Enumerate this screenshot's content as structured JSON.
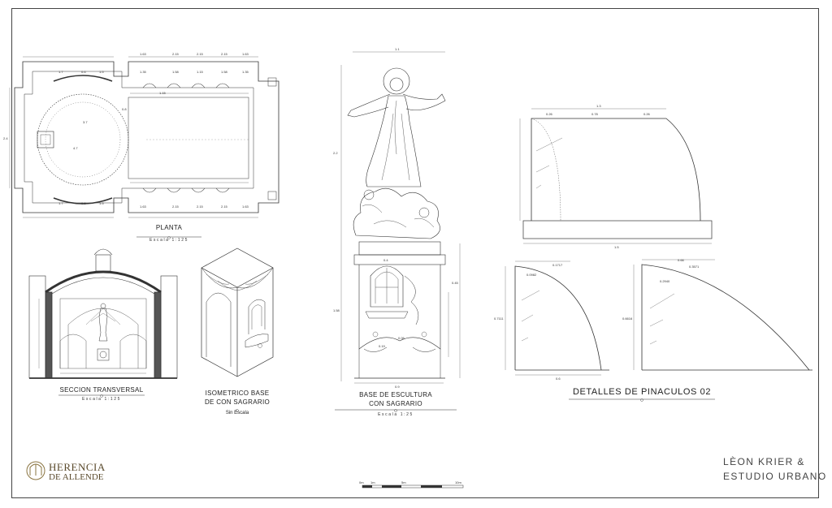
{
  "planta": {
    "title": "PLANTA",
    "scale": "Escala 1:125"
  },
  "seccion": {
    "title": "SECCION TRANSVERSAL",
    "scale": "Escala 1:125"
  },
  "isometrico": {
    "title_line1": "ISOMETRICO BASE",
    "title_line2": "DE CON SAGRARIO",
    "scale": "Sin Escala"
  },
  "base_escultura": {
    "title_line1": "BASE DE ESCULTURA",
    "title_line2": "CON SAGRARIO",
    "scale": "Escala 1:25"
  },
  "pinaculos": {
    "title": "DETALLES DE PINACULOS 02"
  },
  "logo": {
    "line1": "HERENCIA",
    "line2": "DE ALLENDE"
  },
  "firm": {
    "line1": "LÈON KRIER &",
    "line2": "ESTUDIO URBANO"
  },
  "scale_bar": {
    "labels": [
      "0m",
      "1m",
      "5m",
      "10m"
    ]
  },
  "dimensions": {
    "planta_top": [
      "1.63",
      "2.15",
      "2.15",
      "2.15",
      "1.63",
      "1.7",
      "0.6",
      "1.5"
    ],
    "planta_inner": [
      "1.35",
      "1.58",
      "1.15",
      "1.58",
      "1.35"
    ],
    "planta_bottom": [
      "1.7",
      "0.6",
      "1.5",
      "1.63",
      "2.15",
      "2.15",
      "2.15",
      "1.63"
    ],
    "planta_misc": [
      "3.7",
      "4.7",
      "0.8",
      "2.4",
      "1.15"
    ],
    "escultura": [
      "1.1",
      "2.2",
      "0.4",
      "1.58",
      "0.9",
      "0.19",
      "0.06",
      "0.45"
    ],
    "pinaculo_a": [
      "1.3",
      "0.26",
      "0.78",
      "0.26",
      "1.5"
    ],
    "pinaculo_b": [
      "0.6",
      "0.1717",
      "0.0982",
      "0.7111"
    ],
    "pinaculo_c": [
      "0.66",
      "0.3571",
      "0.2940",
      "0.6616"
    ]
  }
}
